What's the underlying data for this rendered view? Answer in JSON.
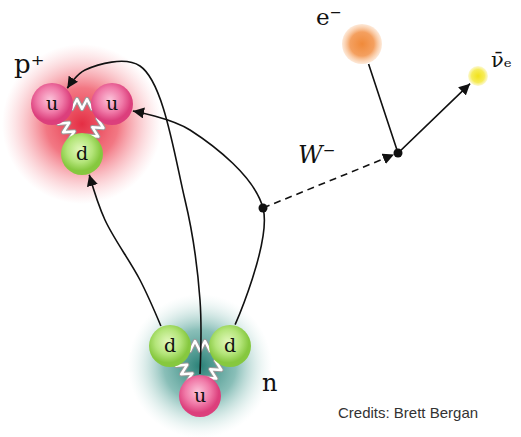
{
  "diagram": {
    "nodes": [
      {
        "text": [
          "p⁺"
        ]
      },
      {
        "text": [
          "u"
        ],
        "in": 0
      },
      {
        "text": [
          "u"
        ],
        "in": 0
      },
      {
        "text": [
          "d"
        ],
        "in": 0
      },
      {
        "text": [
          "n"
        ]
      },
      {
        "text": [
          "d"
        ],
        "in": 4
      },
      {
        "text": [
          "d"
        ],
        "in": 4
      },
      {
        "text": [
          "u"
        ],
        "in": 4
      },
      {
        "text": [
          "e⁻"
        ]
      },
      {
        "text": [
          "ν̄ₑ"
        ]
      }
    ],
    "edges": [
      {
        "from": 5,
        "to": 3,
        "arrow": "to"
      },
      {
        "from": 7,
        "to": 1,
        "arrow": "to"
      },
      {
        "from": 6,
        "to": 2,
        "arrow": "to"
      },
      {
        "from": 8,
        "to": 9,
        "arrow": "to"
      }
    ],
    "labels": [
      "W⁻",
      "Credits: Brett Bergan"
    ]
  }
}
